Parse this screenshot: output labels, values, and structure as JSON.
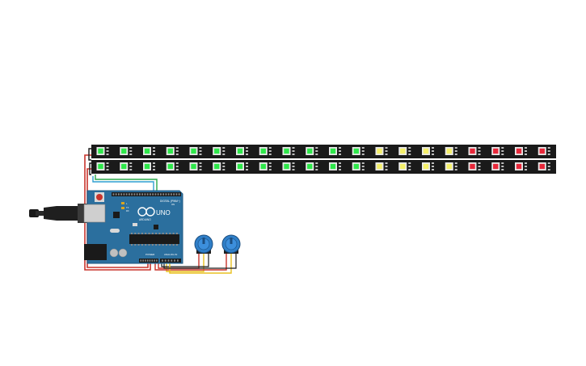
{
  "board": {
    "brand": "ARDUINO",
    "model": "UNO",
    "digital_label": "DIGITAL (PWM~)",
    "power_label": "POWER",
    "analog_label": "ANALOG IN",
    "reset_label": "RESET",
    "on_label": "ON",
    "tx_label": "TX",
    "rx_label": "RX",
    "l_label": "L",
    "color_board": "#2b6f9e",
    "color_board_dark": "#1f5a82"
  },
  "strips": {
    "count": 2,
    "leds_per_strip": 20,
    "strip_color": "#1a1a1a",
    "led_colors": [
      "#2ee84a",
      "#2ee84a",
      "#2ee84a",
      "#2ee84a",
      "#2ee84a",
      "#2ee84a",
      "#2ee84a",
      "#2ee84a",
      "#2ee84a",
      "#2ee84a",
      "#2ee84a",
      "#2ee84a",
      "#f5f06a",
      "#f5f06a",
      "#f5f06a",
      "#f5f06a",
      "#e8283a",
      "#e8283a",
      "#e8283a",
      "#e8283a"
    ]
  },
  "potentiometers": {
    "count": 2,
    "knob_color": "#2f7fc8"
  },
  "wire_colors": {
    "power": "#c8342c",
    "ground": "#1a1a1a",
    "signal_1": "#2aa84a",
    "signal_2": "#2f9fd0",
    "analog": "#e8c020"
  }
}
